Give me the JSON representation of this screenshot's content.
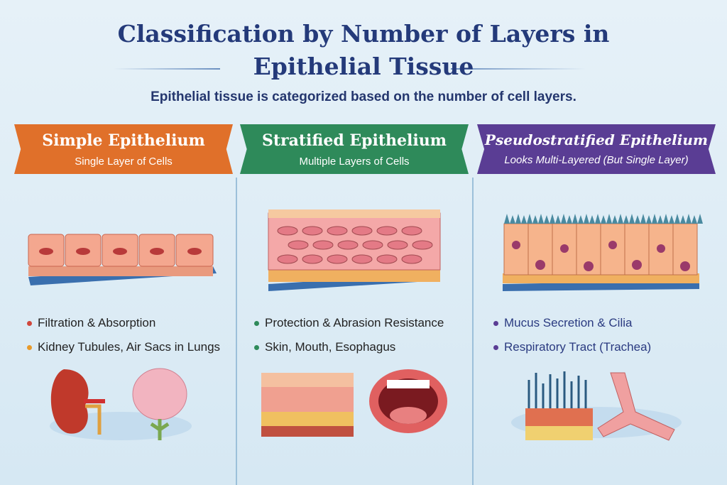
{
  "title_line1": "Classification by Number of Layers in",
  "title_line2": "Epithelial Tissue",
  "subtitle": "Epithelial tissue is categorized based on the number of cell layers.",
  "columns": [
    {
      "title": "Simple Epithelium",
      "subtitle": "Single Layer of Cells",
      "color": "#e0702a",
      "bullets": [
        {
          "text": "Filtration & Absorption",
          "dot": "#d0473c"
        },
        {
          "text": "Kidney Tubules, Air Sacs in Lungs",
          "dot": "#e89a2a"
        }
      ],
      "images": [
        "kidney-icon",
        "lungs-icon"
      ]
    },
    {
      "title": "Stratified Epithelium",
      "subtitle": "Multiple Layers of Cells",
      "color": "#2e8a5a",
      "bullets": [
        {
          "text": "Protection & Abrasion Resistance",
          "dot": "#2e8a5a"
        },
        {
          "text": "Skin, Mouth, Esophagus",
          "dot": "#2e8a5a"
        }
      ],
      "images": [
        "skin-block-icon",
        "mouth-icon"
      ]
    },
    {
      "title": "Pseudostratified Epithelium",
      "subtitle": "Looks Multi-Layered (But Single Layer)",
      "color": "#5a3d94",
      "bullets": [
        {
          "text": "Mucus Secretion & Cilia",
          "dot": "#5a3d94"
        },
        {
          "text": "Respiratory Tract (Trachea)",
          "dot": "#5a3d94"
        }
      ],
      "images": [
        "cilia-block-icon",
        "trachea-icon"
      ]
    }
  ]
}
